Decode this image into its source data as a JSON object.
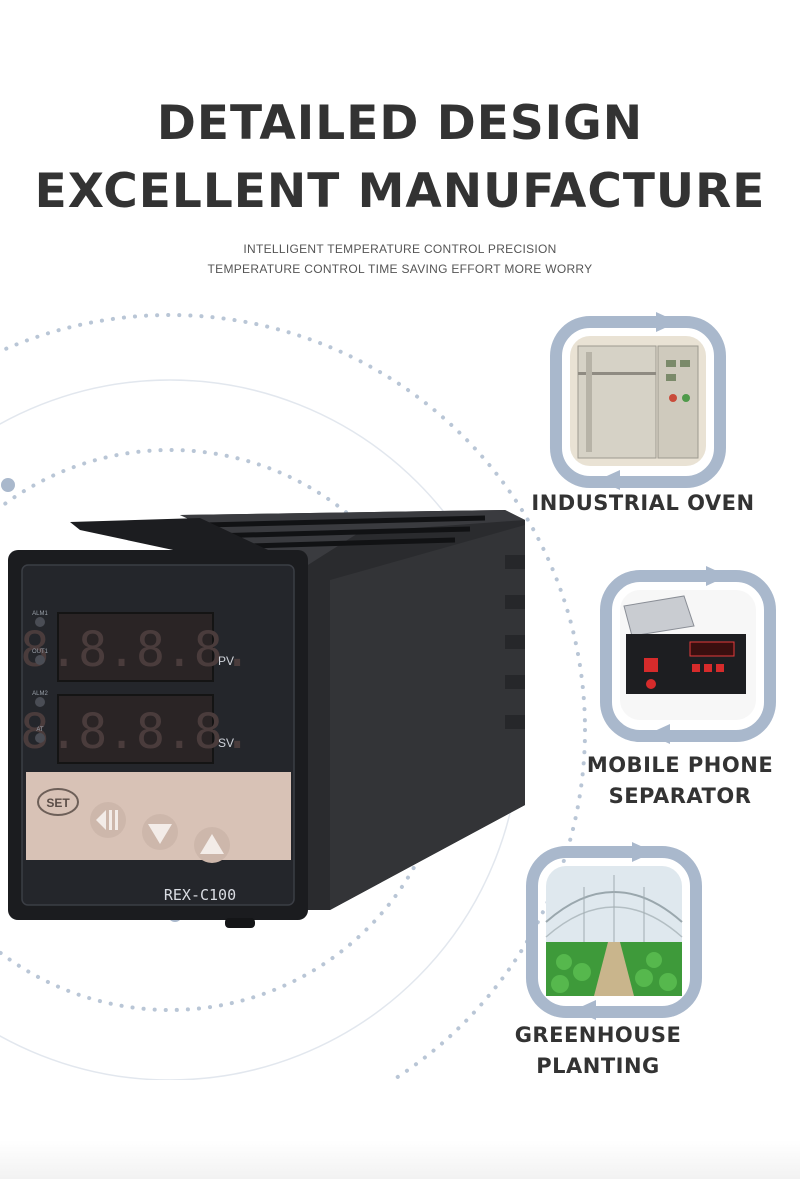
{
  "header": {
    "title_line1": "DETAILED DESIGN",
    "title_line2": "EXCELLENT MANUFACTURE",
    "subtitle_line1": "INTELLIGENT TEMPERATURE CONTROL PRECISION",
    "subtitle_line2": "TEMPERATURE CONTROL TIME SAVING EFFORT MORE WORRY"
  },
  "controller": {
    "model": "REX-C100",
    "pv_label": "PV",
    "sv_label": "SV",
    "set_label": "SET",
    "pv_digits": "8.8.8.8.",
    "sv_digits": "8.8.8.8.",
    "indicators": [
      "ALM1",
      "OUT1",
      "ALM2",
      "AT"
    ]
  },
  "applications": [
    {
      "lines": [
        "INDUSTRIAL OVEN"
      ],
      "image": "industrial-oven-photo"
    },
    {
      "lines": [
        "MOBILE PHONE",
        "SEPARATOR"
      ],
      "image": "phone-separator-photo"
    },
    {
      "lines": [
        "GREENHOUSE",
        "PLANTING"
      ],
      "image": "greenhouse-photo"
    }
  ],
  "colors": {
    "headline": "#333333",
    "accent_ring": "#a9b8cc",
    "controller_body": "#1e1f22",
    "button_panel": "#d8c2b6",
    "display_digits": "#3a2e2e"
  }
}
